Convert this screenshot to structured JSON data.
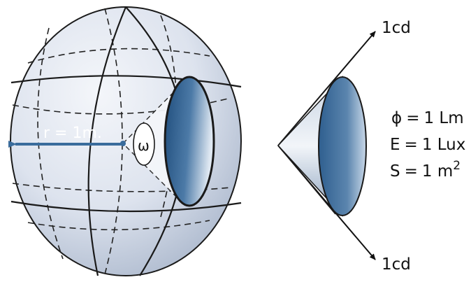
{
  "diagram": {
    "sphere_radius_label": "r = 1m.",
    "solid_angle_symbol": "ω",
    "ray_top_label": "1cd",
    "ray_bottom_label": "1cd",
    "equations": [
      {
        "lhs": "ϕ",
        "rhs": "1 Lm"
      },
      {
        "lhs": "E",
        "rhs": "1 Lux"
      },
      {
        "lhs": "S",
        "rhs": "1 m",
        "exponent": "2"
      }
    ],
    "colors": {
      "sphere_fill": "#dde3ee",
      "window_fill": "#3f6b96",
      "radius_arrow": "#3a6c9c",
      "cone_fill": "#9fb4cc",
      "outline": "#1a1a1a"
    }
  }
}
